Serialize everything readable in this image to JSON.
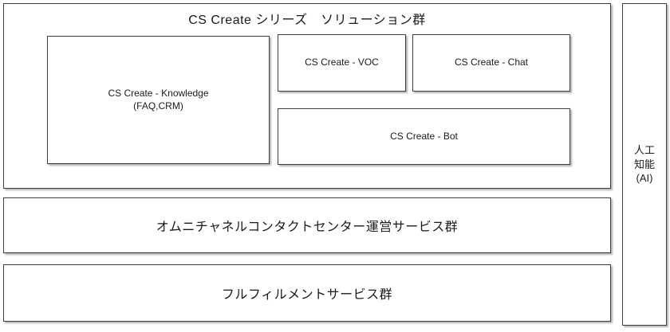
{
  "colors": {
    "background": "#ffffff",
    "border": "#3f3f3f",
    "shadow": "#b0b0b0",
    "text": "#1a1a1a"
  },
  "top_group": {
    "title": "CS Create シリーズ　ソリューション群",
    "knowledge": {
      "line1": "CS Create - Knowledge",
      "line2": "(FAQ,CRM)"
    },
    "voc": {
      "label": "CS Create - VOC"
    },
    "chat": {
      "label": "CS Create - Chat"
    },
    "bot": {
      "label": "CS Create - Bot"
    }
  },
  "bands": {
    "omnichannel": {
      "label": "オムニチャネルコンタクトセンター運営サービス群"
    },
    "fulfillment": {
      "label": "フルフィルメントサービス群"
    }
  },
  "ai": {
    "line1": "人工",
    "line2": "知能",
    "line3": "(AI)"
  }
}
